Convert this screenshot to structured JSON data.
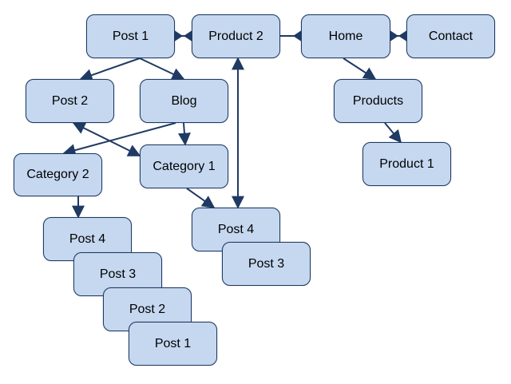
{
  "colors": {
    "node_fill": "#c6d8f0",
    "node_border": "#1f3a63",
    "edge": "#1f3a63",
    "background": "#ffffff"
  },
  "nodes": {
    "post1_top": "Post 1",
    "product2": "Product 2",
    "home": "Home",
    "contact": "Contact",
    "post2_left": "Post 2",
    "blog": "Blog",
    "products": "Products",
    "category2": "Category 2",
    "category1": "Category 1",
    "product1": "Product 1",
    "post4_left": "Post 4",
    "post4_mid": "Post 4",
    "post3_mid": "Post 3",
    "post3_left": "Post 3",
    "post2_stack": "Post 2",
    "post1_stack": "Post 1"
  },
  "edges": [
    {
      "from": "post1_top",
      "to": "product2",
      "style": "diamond-both"
    },
    {
      "from": "product2",
      "to": "home",
      "style": "diamond-start"
    },
    {
      "from": "home",
      "to": "contact",
      "style": "diamond-both"
    },
    {
      "from": "post1_top",
      "to": "post2_left",
      "style": "arrow"
    },
    {
      "from": "post1_top",
      "to": "blog",
      "style": "arrow"
    },
    {
      "from": "home",
      "to": "products",
      "style": "arrow"
    },
    {
      "from": "products",
      "to": "product1",
      "style": "arrow"
    },
    {
      "from": "blog",
      "to": "category2",
      "style": "arrow"
    },
    {
      "from": "blog",
      "to": "category1",
      "style": "arrow"
    },
    {
      "from": "post2_left",
      "to": "category1",
      "style": "arrow-both"
    },
    {
      "from": "product2",
      "to": "post4_mid",
      "style": "arrow-both"
    },
    {
      "from": "category1",
      "to": "post4_mid",
      "style": "arrow"
    },
    {
      "from": "category2",
      "to": "post4_left",
      "style": "arrow"
    }
  ]
}
